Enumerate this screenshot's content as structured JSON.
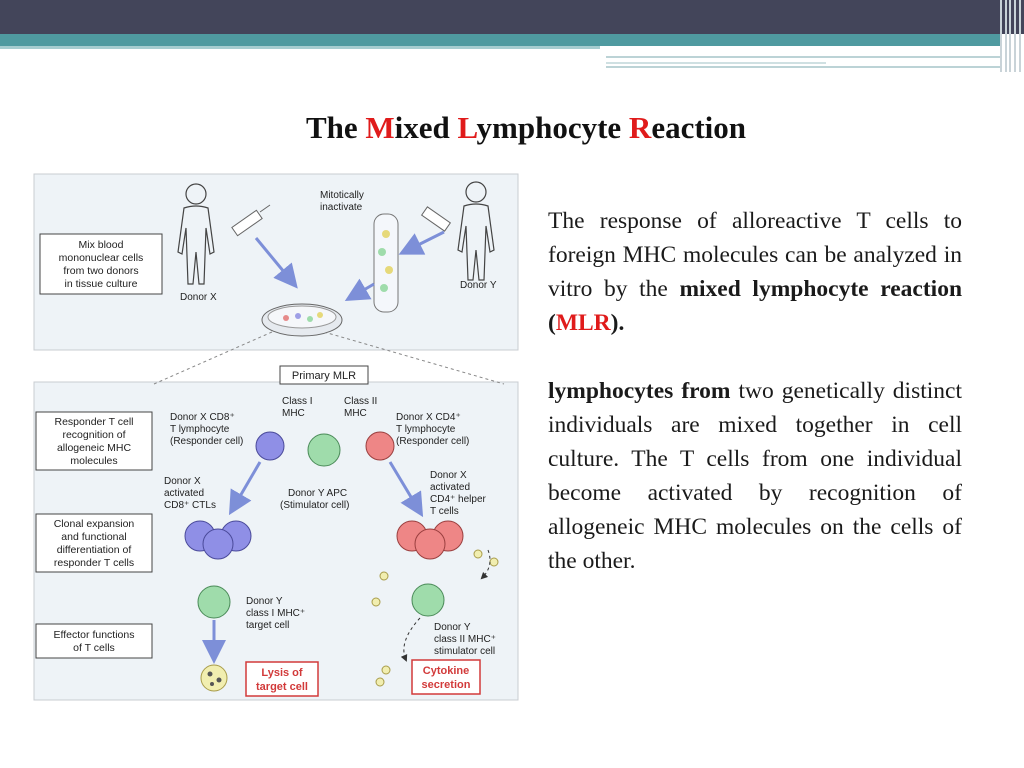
{
  "title": {
    "prefix": "The ",
    "m": "M",
    "ixed": "ixed ",
    "l": "L",
    "ymphocyte": "ymphocyte ",
    "r": "R",
    "eaction": "eaction"
  },
  "paragraph1": {
    "text": "The response of alloreactive T cells to foreign MHC molecules can be analyzed in vitro by the ",
    "bold": "mixed lymphocyte reaction",
    "paren_open": " (",
    "abbr": "MLR",
    "paren_close": ")."
  },
  "paragraph2": {
    "bold": "lymphocytes from",
    "text": " two genetically distinct individuals are mixed together in cell culture. The T cells from one individual become activated by recognition of allogeneic MHC molecules on the cells of the other."
  },
  "diagram": {
    "mitotically": "Mitotically",
    "inactivate": "inactivate",
    "donor_x": "Donor X",
    "donor_y": "Donor Y",
    "mix_box": [
      "Mix blood",
      "mononuclear cells",
      "from two donors",
      "in tissue culture"
    ],
    "primary_mlr": "Primary MLR",
    "class_i": [
      "Class I",
      "MHC"
    ],
    "class_ii": [
      "Class II",
      "MHC"
    ],
    "cd8_label": [
      "Donor X CD8⁺",
      "T lymphocyte",
      "(Responder cell)"
    ],
    "cd4_label": [
      "Donor X CD4⁺",
      "T lymphocyte",
      "(Responder cell)"
    ],
    "responder_box": [
      "Responder T cell",
      "recognition of",
      "allogeneic MHC",
      "molecules"
    ],
    "ctl_label": [
      "Donor X",
      "activated",
      "CD8⁺ CTLs"
    ],
    "apc_label": [
      "Donor Y APC",
      "(Stimulator cell)"
    ],
    "helper_label": [
      "Donor X",
      "activated",
      "CD4⁺ helper",
      "T cells"
    ],
    "clonal_box": [
      "Clonal expansion",
      "and functional",
      "differentiation of",
      "responder T cells"
    ],
    "target_label": [
      "Donor Y",
      "class I MHC⁺",
      "target cell"
    ],
    "stim_label": [
      "Donor Y",
      "class II MHC⁺",
      "stimulator cell"
    ],
    "effector_box": [
      "Effector functions",
      "of T cells"
    ],
    "lysis_box": [
      "Lysis of",
      "target cell"
    ],
    "cytokine_box": [
      "Cytokine",
      "secretion"
    ],
    "colors": {
      "panel": "#eef3f7",
      "cd8": "#8f8fe6",
      "cd4": "#ee8686",
      "apc": "#9fdcab",
      "label_red": "#d23a3a"
    }
  }
}
